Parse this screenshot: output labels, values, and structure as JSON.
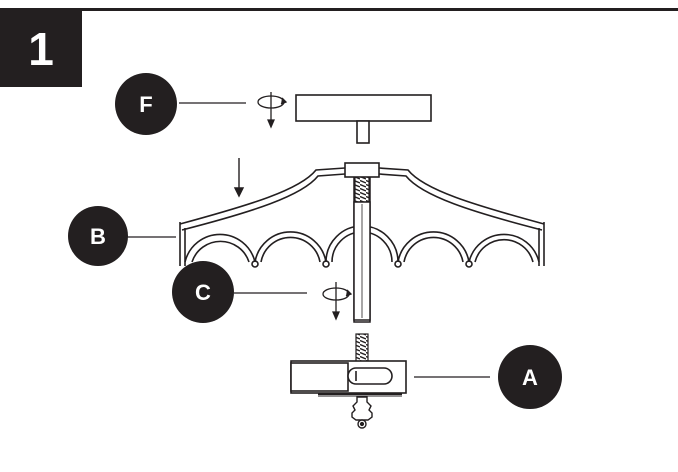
{
  "step": {
    "number": "1"
  },
  "callouts": [
    {
      "id": "F",
      "label": "F"
    },
    {
      "id": "B",
      "label": "B"
    },
    {
      "id": "C",
      "label": "C"
    },
    {
      "id": "A",
      "label": "A"
    }
  ],
  "colors": {
    "ink": "#231f20",
    "paper": "#ffffff"
  }
}
